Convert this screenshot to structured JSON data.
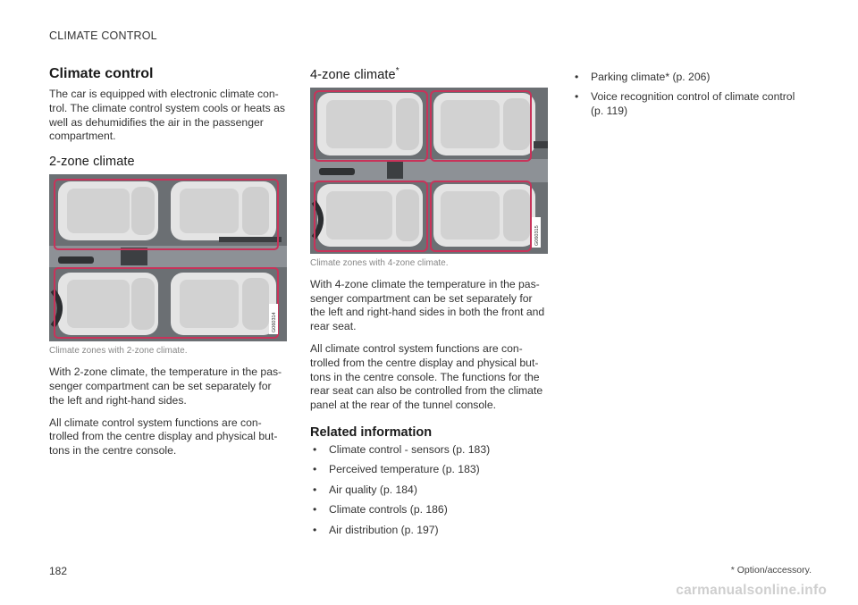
{
  "header": {
    "section": "CLIMATE CONTROL"
  },
  "col1": {
    "title": "Climate control",
    "intro": "The car is equipped with electronic climate con-trol. The climate control system cools or heats as well as dehumidifies the air in the passenger compartment.",
    "zone2_heading": "2-zone climate",
    "zone2_caption": "Climate zones with 2-zone climate.",
    "zone2_figcode": "G060314",
    "zone2_p1": "With 2-zone climate, the temperature in the pas-senger compartment can be set separately for the left and right-hand sides.",
    "zone2_p2": "All climate control system functions are con-trolled from the centre display and physical but-tons in the centre console."
  },
  "col2": {
    "zone4_heading": "4-zone climate",
    "zone4_star": "*",
    "zone4_caption": "Climate zones with 4-zone climate.",
    "zone4_figcode": "G060315",
    "zone4_p1": "With 4-zone climate the temperature in the pas-senger compartment can be set separately for the left and right-hand sides in both the front and rear seat.",
    "zone4_p2": "All climate control system functions are con-trolled from the centre display and physical but-tons in the centre console. The functions for the rear seat can also be controlled from the climate panel at the rear of the tunnel console.",
    "related_heading": "Related information",
    "related": [
      "Climate control - sensors (p. 183)",
      "Perceived temperature (p. 183)",
      "Air quality (p. 184)",
      "Climate controls (p. 186)",
      "Air distribution (p. 197)"
    ]
  },
  "col3": {
    "items": [
      "Parking climate* (p. 206)",
      "Voice recognition control of climate control (p. 119)"
    ]
  },
  "footer": {
    "page_number": "182",
    "footnote": "* Option/accessory.",
    "watermark": "carmanualsonline.info"
  },
  "colors": {
    "zone_outline": "#c8335a",
    "figure_bg": "#6b6f73",
    "seat": "#e4e4e4"
  }
}
